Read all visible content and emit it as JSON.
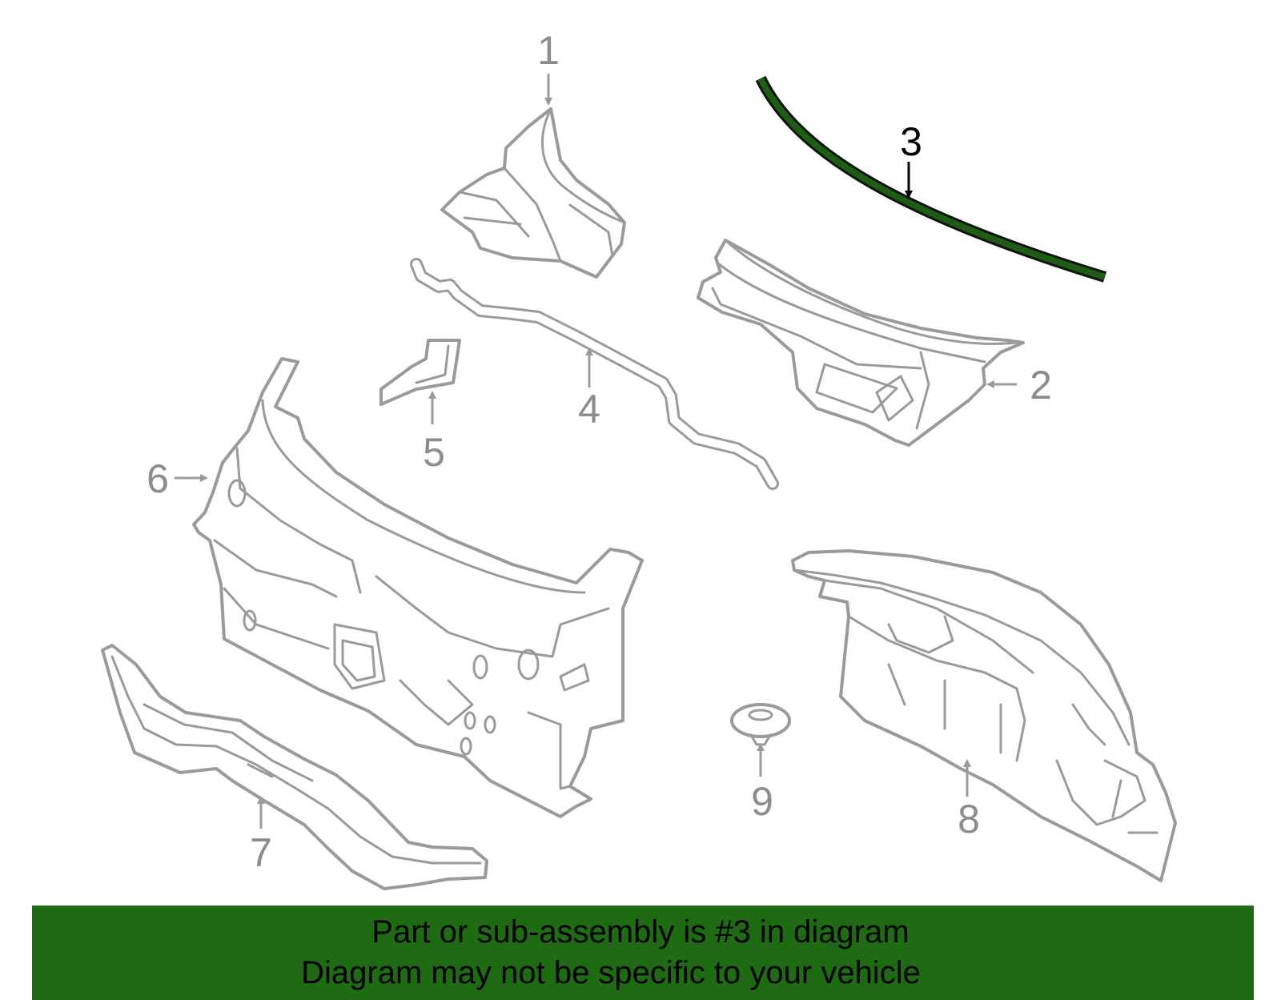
{
  "colors": {
    "highlight": "#1e5e14",
    "banner": "#1e6b14",
    "part_stroke": "#9a9a9a",
    "label": "#8c8c8c"
  },
  "callouts": [
    "1",
    "2",
    "3",
    "4",
    "5",
    "6",
    "7",
    "8",
    "9"
  ],
  "highlighted_part": "3",
  "banner": {
    "line1": "Part or sub-assembly is #3 in diagram",
    "line2": "Diagram may not be specific to your vehicle"
  }
}
